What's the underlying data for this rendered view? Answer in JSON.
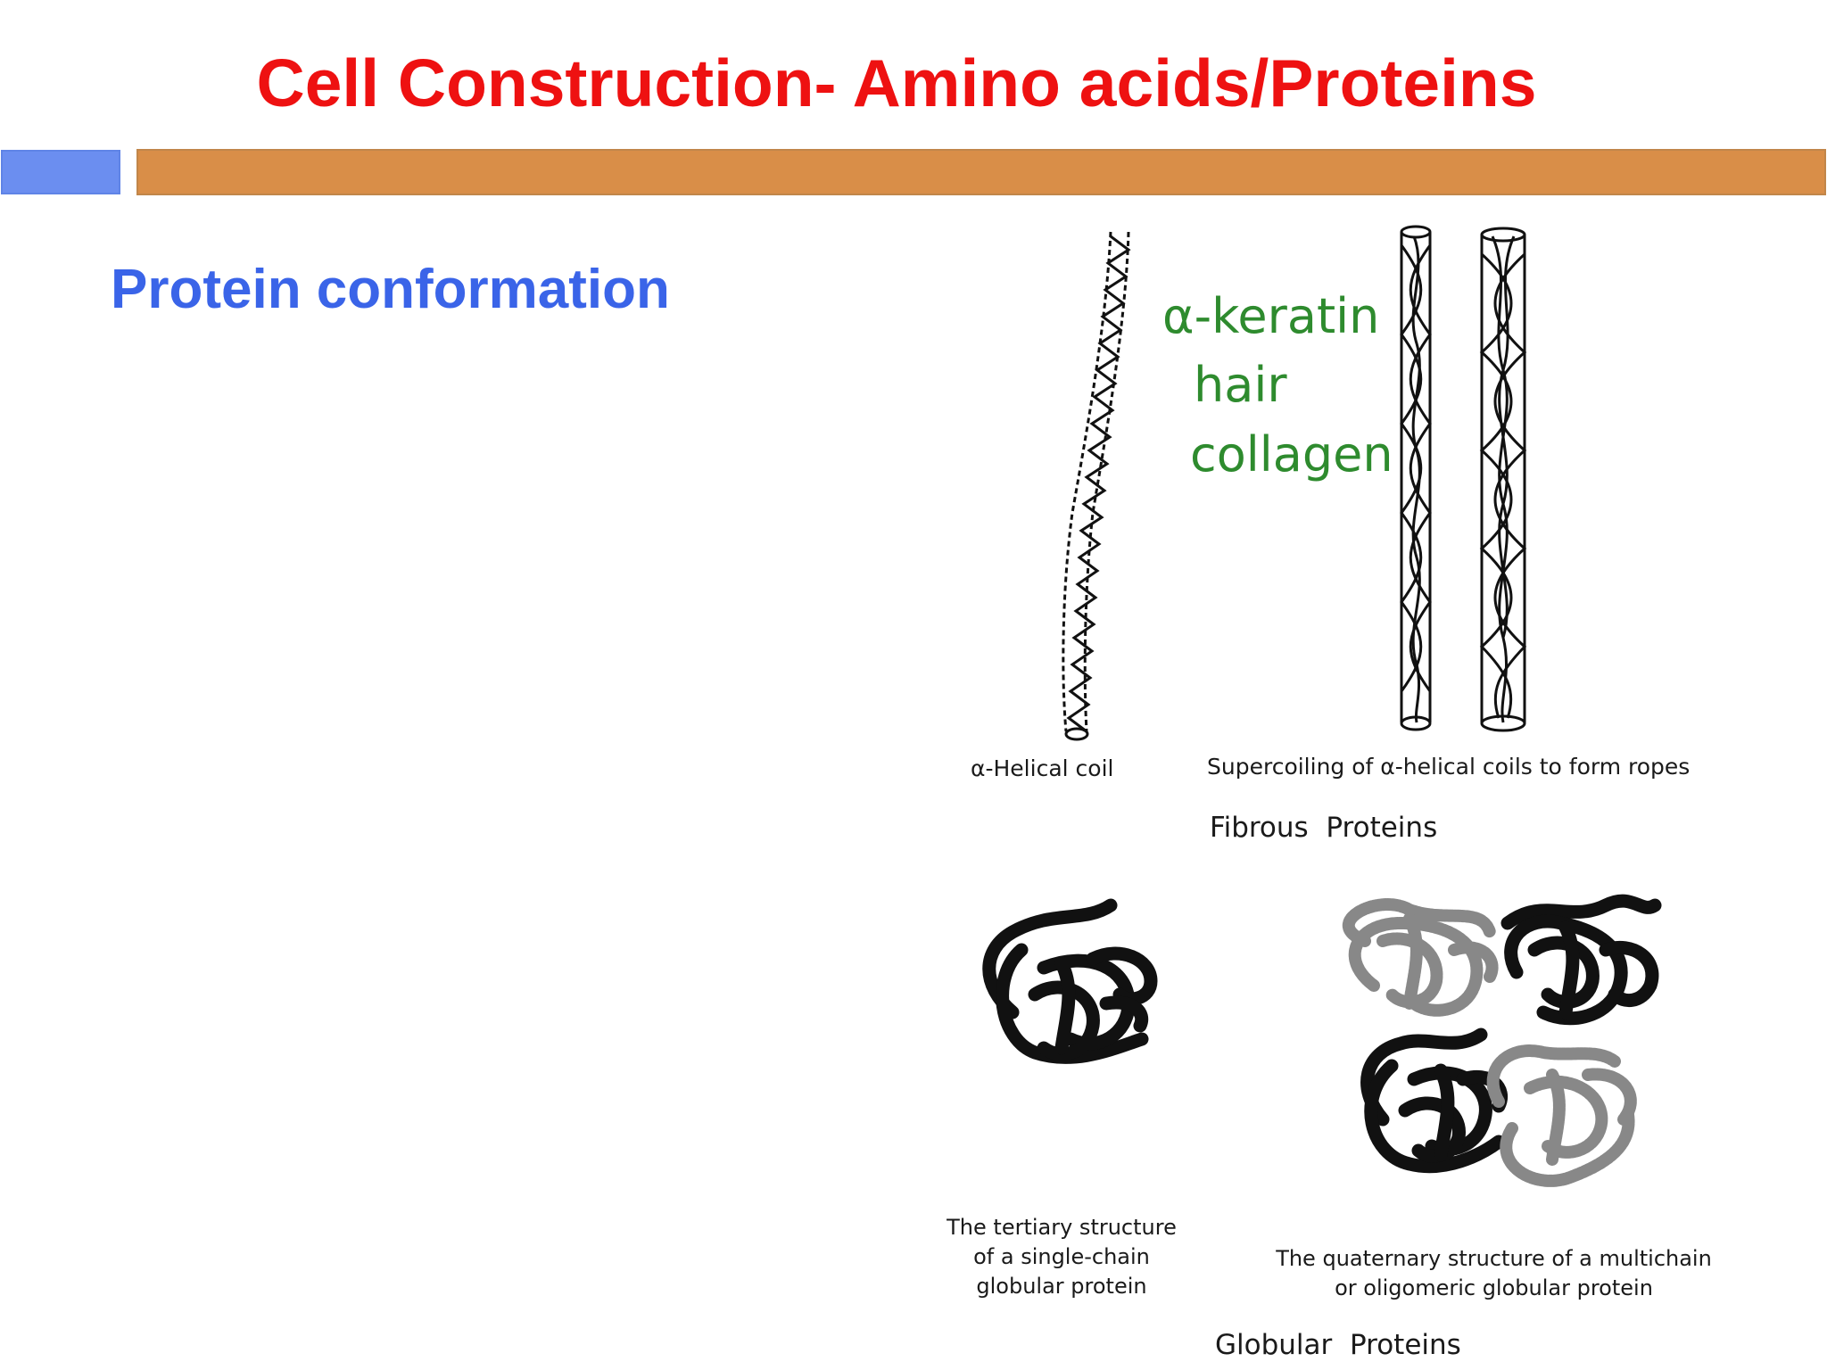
{
  "header": {
    "title": "Cell Construction- Amino acids/Proteins"
  },
  "content": {
    "subtitle": "Protein conformation"
  },
  "figure": {
    "overlay_labels": [
      "α-keratin",
      "hair",
      "collagen"
    ],
    "fibrous": {
      "coil_caption": "α-Helical coil",
      "rope_caption": "Supercoiling of α-helical coils to form ropes",
      "group_label": "Fibrous  Proteins"
    },
    "globular": {
      "tertiary_caption": [
        "The tertiary structure",
        "of a single-chain",
        "globular protein"
      ],
      "quaternary_caption": [
        "The quaternary structure of a multichain",
        "or oligomeric globular protein"
      ],
      "group_label": "Globular  Proteins"
    }
  },
  "colors": {
    "title": "#ee1111",
    "subtitle": "#3a64e8",
    "accent_block": "#6b8ef0",
    "title_bar": "#d98e48",
    "overlay_text": "#2e8b2e"
  }
}
